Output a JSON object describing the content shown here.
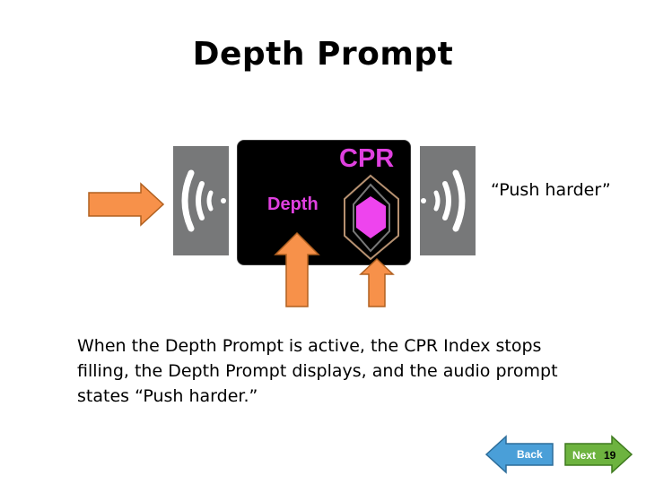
{
  "slide": {
    "title": "Depth Prompt",
    "quote": "“Push harder”",
    "body": "When the Depth Prompt is active, the CPR Index stops filling, the Depth Prompt displays, and the audio prompt states “Push harder.”"
  },
  "display": {
    "cpr_label": "CPR",
    "depth_label": "Depth",
    "label_color": "#e040e0",
    "hexagon_color": "#ee44ee"
  },
  "icons": {
    "left_speaker": "speaker-sound-waves-icon",
    "right_speaker": "speaker-sound-waves-icon",
    "pointer_arrows": "orange-arrow-icon"
  },
  "navigation": {
    "back_label": "Back",
    "next_label": "Next",
    "page_number": "19",
    "back_color": "#4a9fd8",
    "next_color": "#6db33f"
  },
  "colors": {
    "arrow_fill": "#f7914a",
    "arrow_stroke": "#b06020",
    "speaker_bg": "#777879"
  }
}
